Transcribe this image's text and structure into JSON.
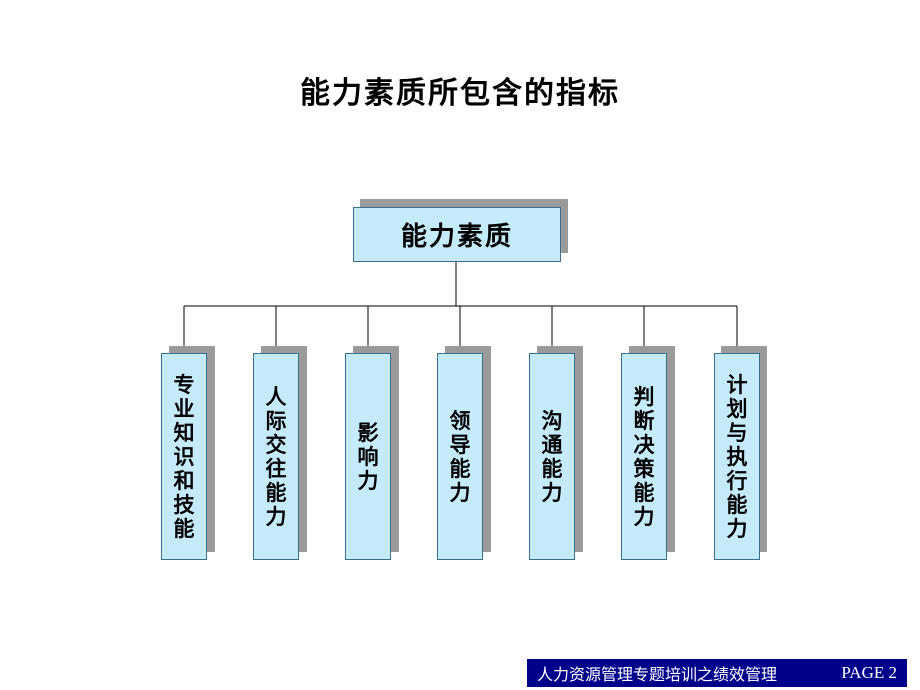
{
  "title": "能力素质所包含的指标",
  "diagram": {
    "root": "能力素质",
    "children": [
      "专业知识和技能",
      "人际交往能力",
      "影响力",
      "领导能力",
      "沟通能力",
      "判断决策能力",
      "计划与执行能力"
    ]
  },
  "footer": {
    "text": "人力资源管理专题培训之绩效管理",
    "page": "PAGE 2"
  }
}
